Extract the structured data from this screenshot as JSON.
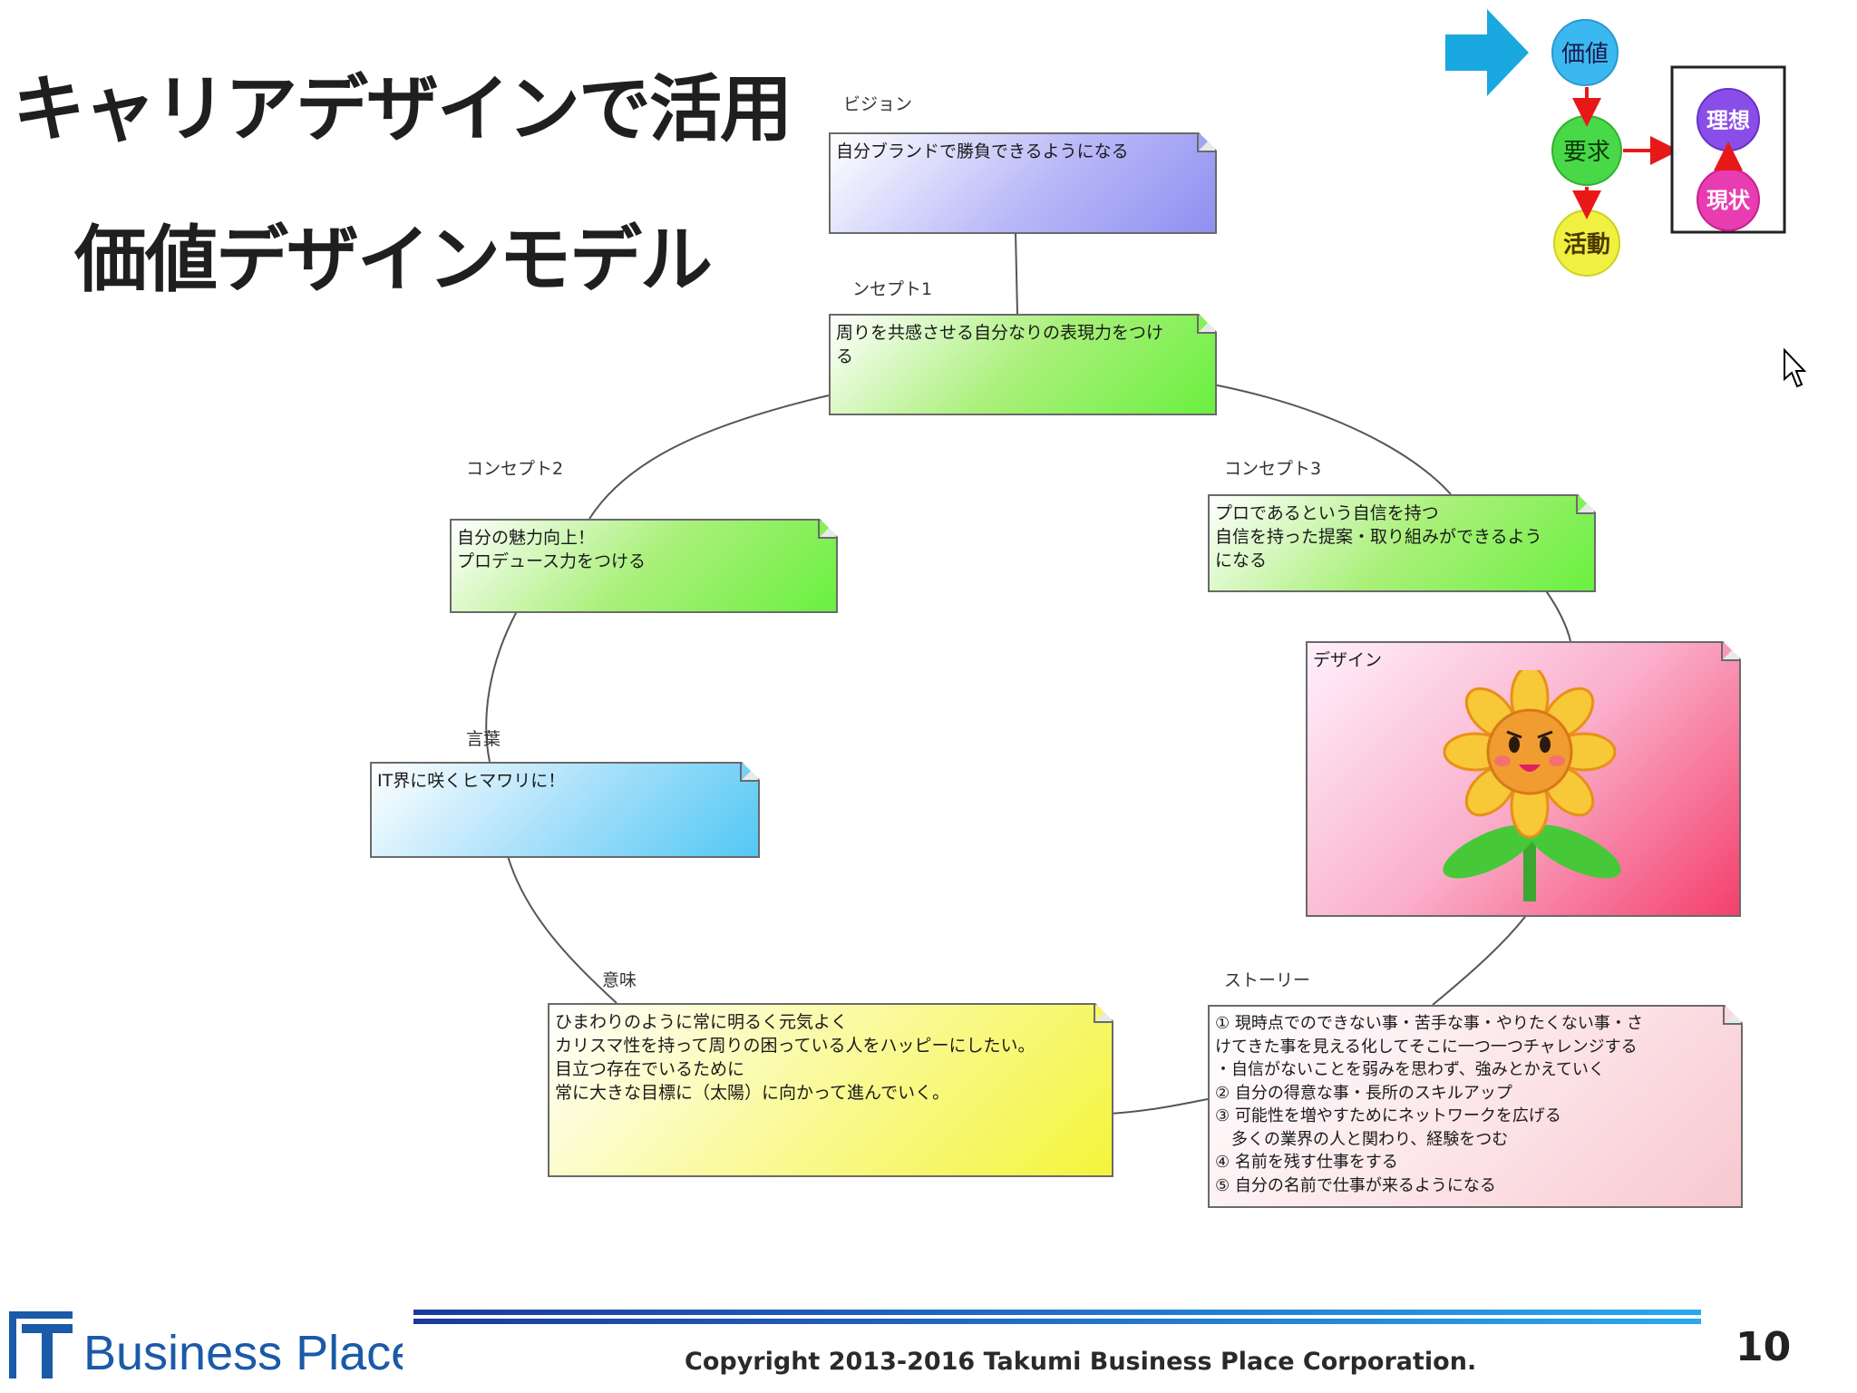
{
  "slide": {
    "title_line1": "キャリアデザインで活用",
    "title_line2": "価値デザインモデル",
    "copyright": "Copyright  2013-2016 Takumi Business Place Corporation.",
    "page_number": "10",
    "logo_text": "Business Place"
  },
  "legend": {
    "value": "価値",
    "demand": "要求",
    "activity": "活動",
    "ideal": "理想",
    "current": "現状"
  },
  "notes": {
    "vision": {
      "label": "ビジョン",
      "text": "自分ブランドで勝負できるようになる"
    },
    "concept1": {
      "label": "ンセプト1",
      "text": "周りを共感させる自分なりの表現力をつけ\nる"
    },
    "concept2": {
      "label": "コンセプト2",
      "text": "自分の魅力向上！\nプロデュース力をつける"
    },
    "concept3": {
      "label": "コンセプト3",
      "text": "プロであるという自信を持つ\n自信を持った提案・取り組みができるよう\nになる"
    },
    "word": {
      "label": "言葉",
      "text": "IT界に咲くヒマワリに！"
    },
    "meaning": {
      "label": "意味",
      "text": "ひまわりのように常に明るく元気よく\nカリスマ性を持って周りの困っている人をハッピーにしたい。\n目立つ存在でいるために\n常に大きな目標に（太陽）に向かって進んでいく。"
    },
    "design": {
      "label": "デザイン"
    },
    "story": {
      "label": "ストーリー",
      "text": "① 現時点でのできない事・苦手な事・やりたくない事・さ\nけてきた事を見える化してそこに一つ一つチャレンジする\n・自信がないことを弱みを思わず、強みとかえていく\n② 自分の得意な事・長所のスキルアップ\n③ 可能性を増やすためにネットワークを広げる\n　多くの業界の人と関わり、経験をつむ\n④ 名前を残す仕事をする\n⑤ 自分の名前で仕事が来るようになる"
    }
  },
  "colors": {
    "accent_blue": "#1aa8e0",
    "arrow_red": "#e81818",
    "node_value": "#3cb8f0",
    "node_demand": "#48d848",
    "node_activity": "#f0f040",
    "node_ideal": "#8a4ee8",
    "node_current": "#e83cb0"
  }
}
